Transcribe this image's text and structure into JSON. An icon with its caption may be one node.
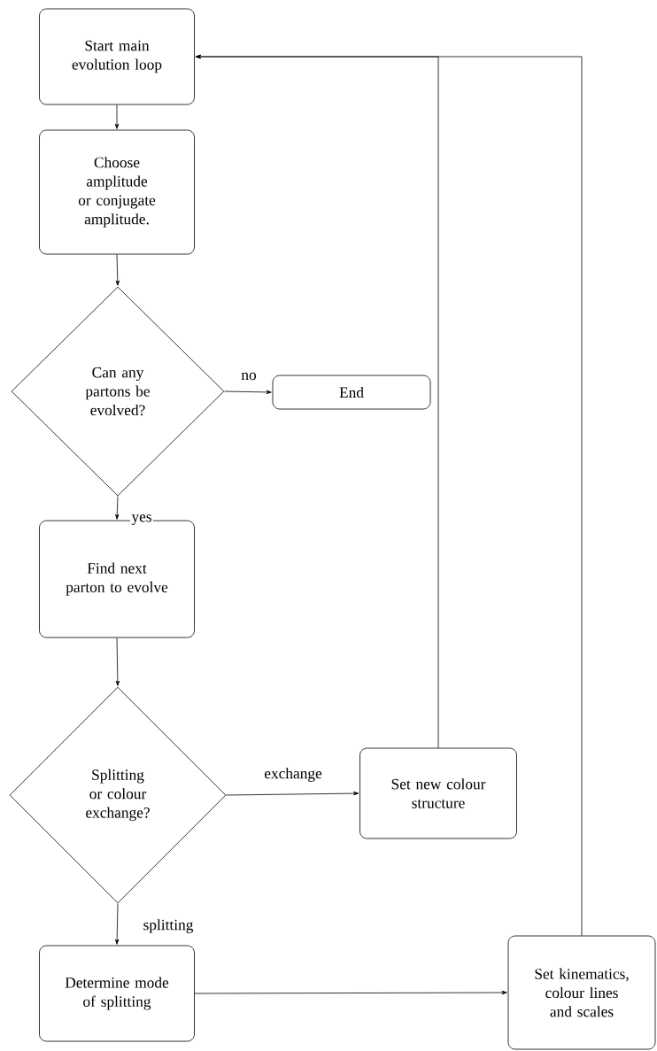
{
  "diagram": {
    "nodes": [
      {
        "text": [
          "Start main evolution loop"
        ]
      },
      {
        "text": [
          "Choose amplitude or conjugate amplitude."
        ]
      },
      {
        "text": [
          "Can any partons be evolved?"
        ]
      },
      {
        "text": [
          "End"
        ]
      },
      {
        "text": [
          "Find next parton to evolve"
        ]
      },
      {
        "text": [
          "Splitting or colour exchange?"
        ]
      },
      {
        "text": [
          "Set new colour structure"
        ]
      },
      {
        "text": [
          "Determine mode of splitting"
        ]
      },
      {
        "text": [
          "Set kinematics, colour lines and scales"
        ]
      }
    ],
    "edges": [
      {
        "from": 0,
        "to": 1,
        "arrow": "to"
      },
      {
        "from": 1,
        "to": 2,
        "arrow": "to"
      },
      {
        "from": 2,
        "to": 3,
        "arrow": "to",
        "label": "no"
      },
      {
        "from": 2,
        "to": 4,
        "arrow": "to",
        "label": "yes"
      },
      {
        "from": 4,
        "to": 5,
        "arrow": "to"
      },
      {
        "from": 5,
        "to": 6,
        "arrow": "to",
        "label": "exchange"
      },
      {
        "from": 5,
        "to": 7,
        "arrow": "to",
        "label": "splitting"
      },
      {
        "from": 7,
        "to": 8,
        "arrow": "to"
      },
      {
        "from": 6,
        "to": 0,
        "arrow": "to"
      },
      {
        "from": 8,
        "to": 0,
        "arrow": "to"
      }
    ]
  }
}
